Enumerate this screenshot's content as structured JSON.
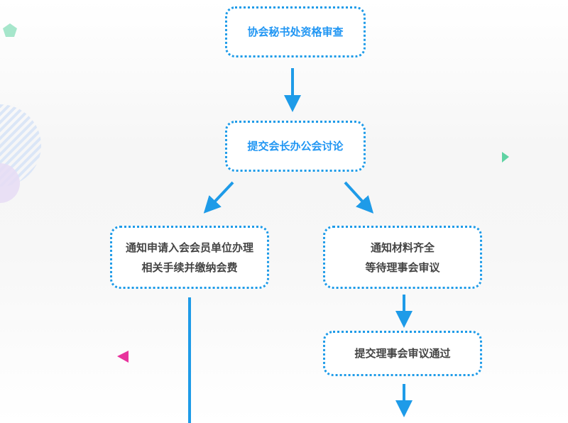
{
  "colors": {
    "accent": "#1e9be8",
    "top_text": "#2196f3",
    "body_text": "#444444",
    "deco_green": "#5fd3a3",
    "deco_pink": "#e8339d",
    "deco_purple": "#e6dcf4",
    "deco_blue": "#dbe6f7"
  },
  "steps": {
    "s1": {
      "lines": [
        "协会秘书处资格审查"
      ]
    },
    "s2": {
      "lines": [
        "提交会长办公会讨论"
      ]
    },
    "s3": {
      "lines": [
        "通知申请入会会员单位办理",
        "相关手续并缴纳会费"
      ]
    },
    "s4": {
      "lines": [
        "通知材料齐全",
        "等待理事会审议"
      ]
    },
    "s5": {
      "lines": [
        "提交理事会审议通过"
      ]
    }
  }
}
